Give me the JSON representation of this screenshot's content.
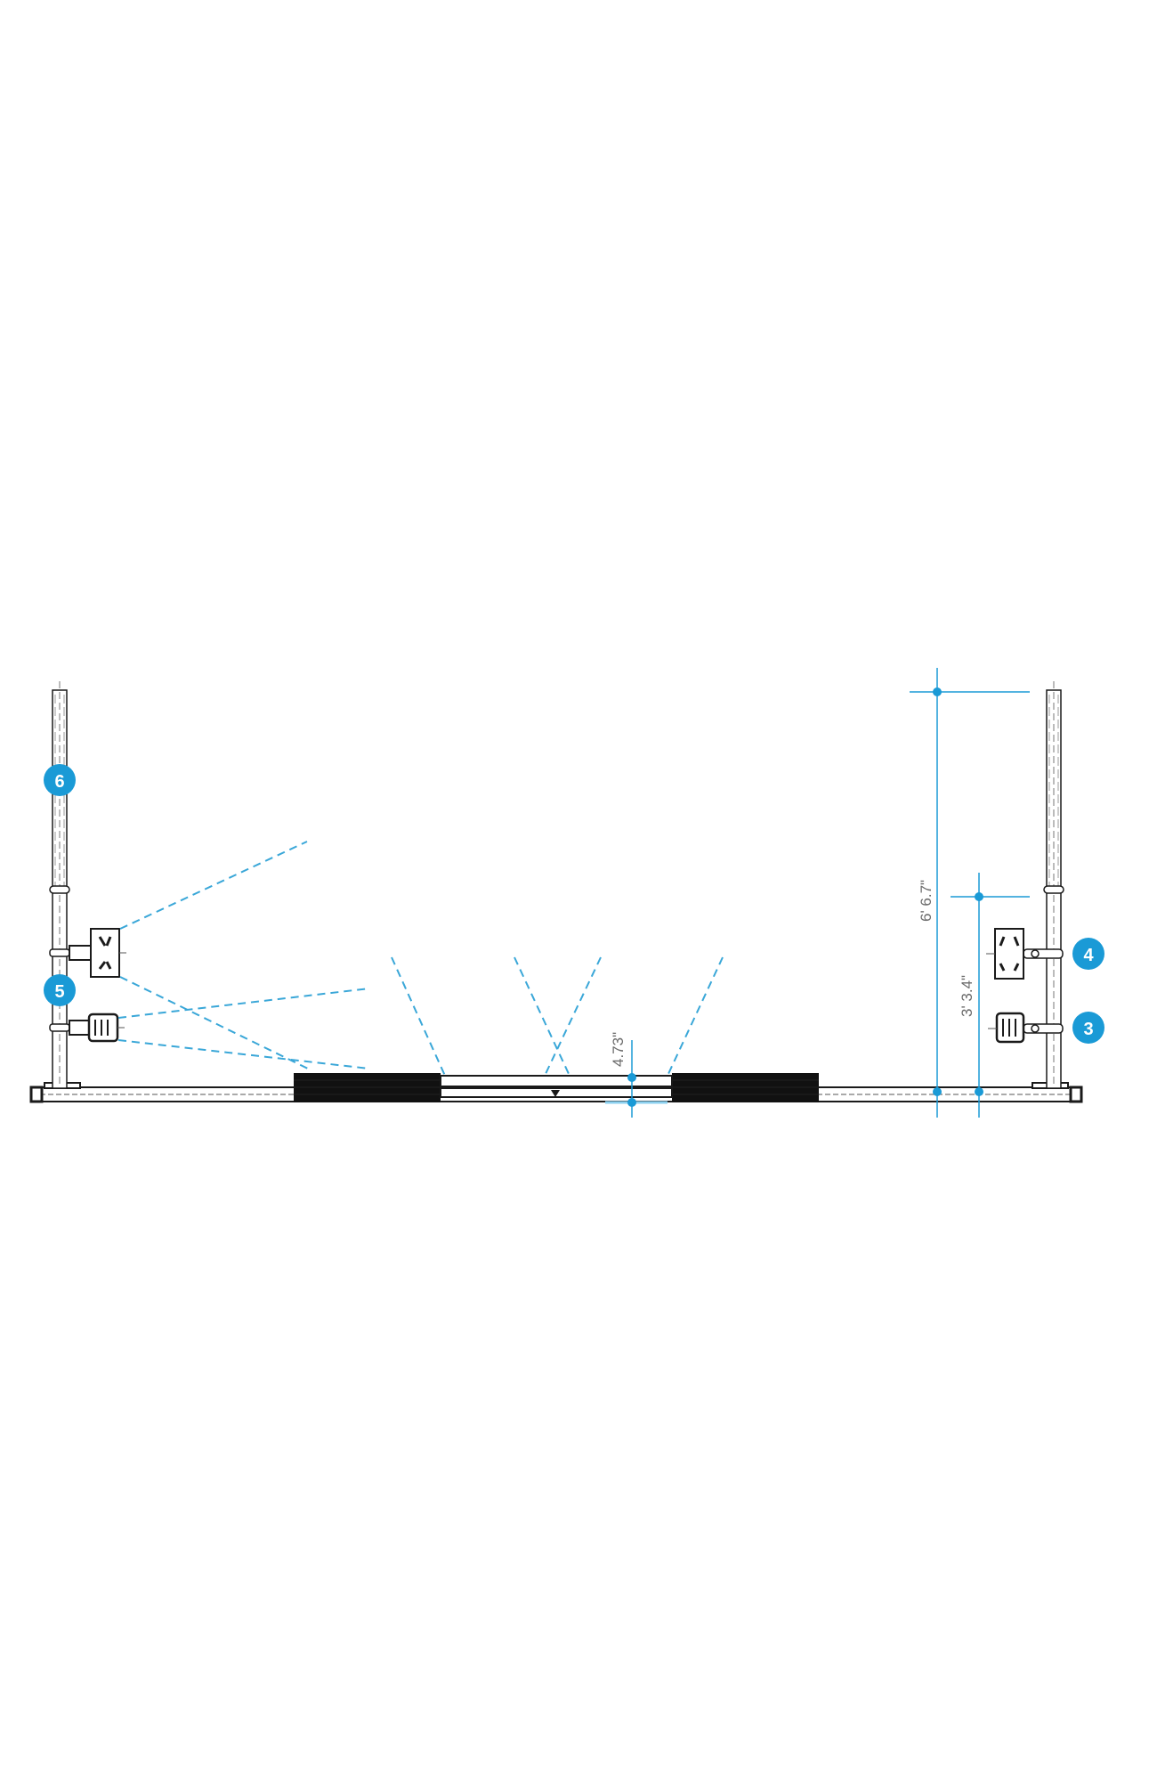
{
  "colors": {
    "accent": "#1a9ad6",
    "dashed_line": "#3aa7d8",
    "ink": "#1a1a1a",
    "dimension_text": "#6b6b6b",
    "background": "#ffffff"
  },
  "callouts": [
    {
      "number": "6",
      "position": "left post, upper"
    },
    {
      "number": "5",
      "position": "left post, lower"
    },
    {
      "number": "4",
      "position": "right post, upper fixture"
    },
    {
      "number": "3",
      "position": "right post, lower fixture"
    }
  ],
  "dimensions": {
    "total_height": "6' 6.7\"",
    "fixture_height": "3' 3.4\"",
    "bar_offset": "4.73\""
  }
}
